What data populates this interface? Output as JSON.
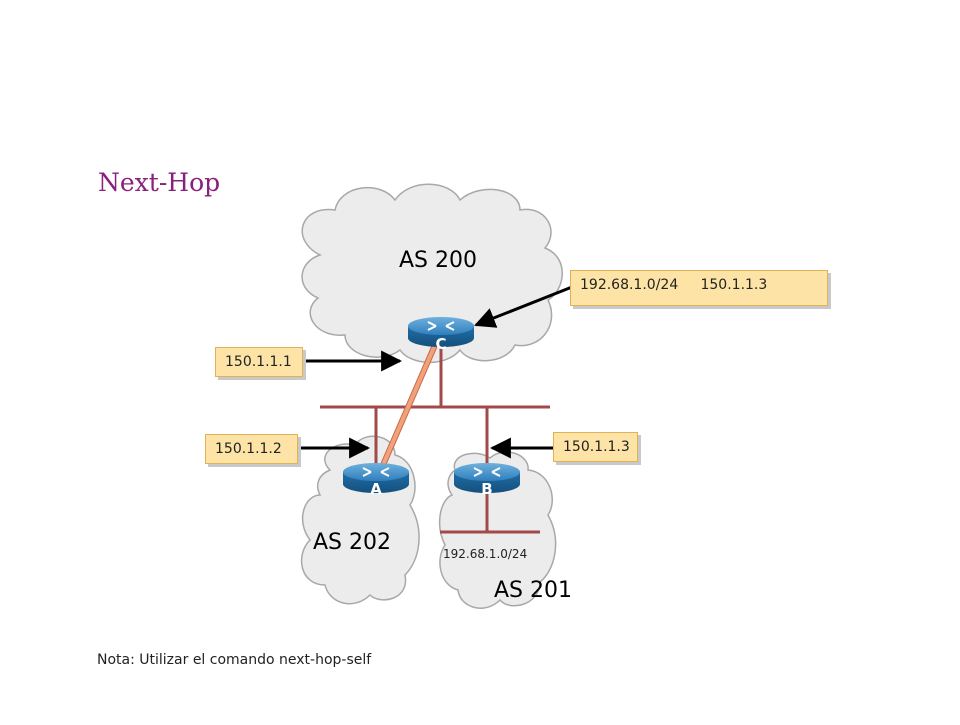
{
  "title": "Next-Hop",
  "clouds": {
    "as200": "AS 200",
    "as202": "AS 202",
    "as201": "AS 201"
  },
  "routers": {
    "a": "A",
    "b": "B",
    "c": "C"
  },
  "callouts": {
    "c_table": "192.68.1.0/24     150.1.1.3",
    "c_ip": "150.1.1.1",
    "a_ip": "150.1.1.2",
    "b_ip": "150.1.1.3"
  },
  "network_label": "192.68.1.0/24",
  "note": "Nota: Utilizar el comando next-hop-self",
  "colors": {
    "title": "#8a1f7c",
    "cloud_fill": "#ececec",
    "cloud_stroke": "#a8a8a8",
    "link": "#a24a4a",
    "session_link": "#f0a27a",
    "router": "#1f6fa8",
    "callout_fill": "#fde4a6",
    "callout_border": "#e0b254",
    "arrow": "#000000"
  },
  "icons": [
    "router-icon",
    "cloud-icon",
    "arrow-icon"
  ]
}
